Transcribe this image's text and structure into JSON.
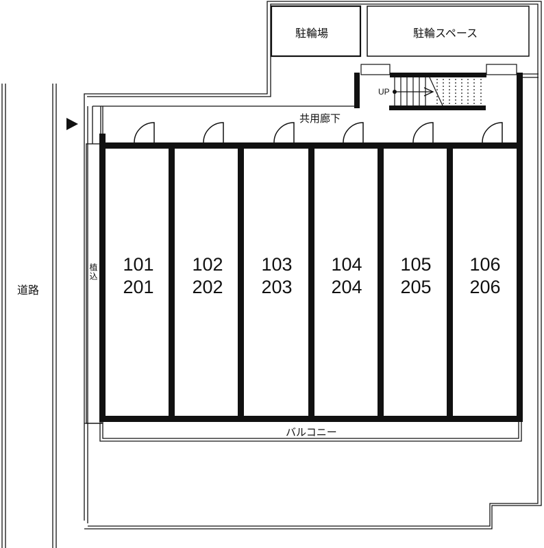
{
  "plan": {
    "road_label": "道路",
    "entrance_marker": "entrance-arrow",
    "bicycle_parking_label": "駐輪場",
    "bicycle_space_label": "駐輪スペース",
    "stairs_label": "UP",
    "corridor_label": "共用廊下",
    "planting_label": "植込",
    "balcony_label": "バルコニー",
    "units": [
      {
        "floor1": "101",
        "floor2": "201"
      },
      {
        "floor1": "102",
        "floor2": "202"
      },
      {
        "floor1": "103",
        "floor2": "203"
      },
      {
        "floor1": "104",
        "floor2": "204"
      },
      {
        "floor1": "105",
        "floor2": "205"
      },
      {
        "floor1": "106",
        "floor2": "206"
      }
    ],
    "colors": {
      "line": "#111111",
      "background": "#ffffff"
    }
  }
}
